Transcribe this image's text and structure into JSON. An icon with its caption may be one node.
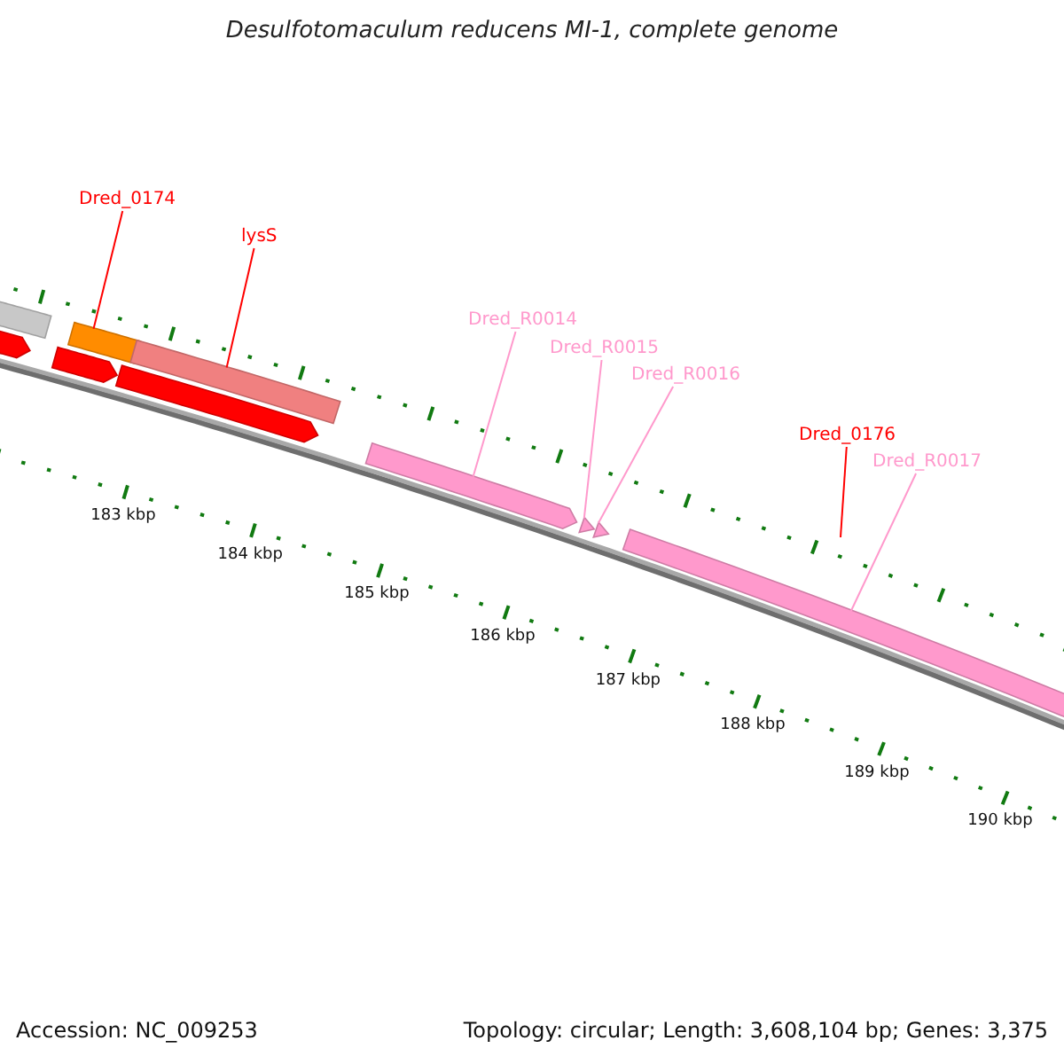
{
  "diagram": {
    "title": "Desulfotomaculum reducens MI-1, complete genome",
    "nodes": [
      {
        "text": [
          "Dred_0174"
        ]
      },
      {
        "text": [
          "lysS"
        ]
      },
      {
        "text": [
          "Dred_R0014"
        ]
      },
      {
        "text": [
          "Dred_R0015"
        ]
      },
      {
        "text": [
          "Dred_R0016"
        ]
      },
      {
        "text": [
          "Dred_0176"
        ]
      },
      {
        "text": [
          "Dred_R0017"
        ]
      },
      {
        "text": [],
        "shape": "bar"
      },
      {
        "text": [],
        "shape": "arrow"
      },
      {
        "text": [],
        "shape": "bar"
      },
      {
        "text": [],
        "shape": "arrow"
      },
      {
        "text": [],
        "shape": "bar"
      },
      {
        "text": [],
        "shape": "arrow"
      },
      {
        "text": [],
        "shape": "arrow"
      },
      {
        "text": [],
        "shape": "triangle"
      },
      {
        "text": [],
        "shape": "triangle"
      },
      {
        "text": [],
        "shape": "bar"
      }
    ],
    "edges": [
      {
        "from": 0,
        "to": 9,
        "arrow": "none",
        "color": "#ff0000"
      },
      {
        "from": 1,
        "to": 11,
        "arrow": "none",
        "color": "#ff0000"
      },
      {
        "from": 2,
        "to": 13,
        "arrow": "none"
      },
      {
        "from": 3,
        "to": 14,
        "arrow": "none"
      },
      {
        "from": 4,
        "to": 15,
        "arrow": "none"
      },
      {
        "from": 5,
        "to": null,
        "arrow": "none",
        "color": "#ff0000"
      },
      {
        "from": 6,
        "to": 16,
        "arrow": "none"
      }
    ],
    "labels": [
      "183 kbp",
      "184 kbp",
      "185 kbp",
      "186 kbp",
      "187 kbp",
      "188 kbp",
      "189 kbp",
      "190 kbp",
      "Accession: NC_009253",
      "Topology: circular; Length: 3,608,104 bp; Genes: 3,375"
    ]
  }
}
